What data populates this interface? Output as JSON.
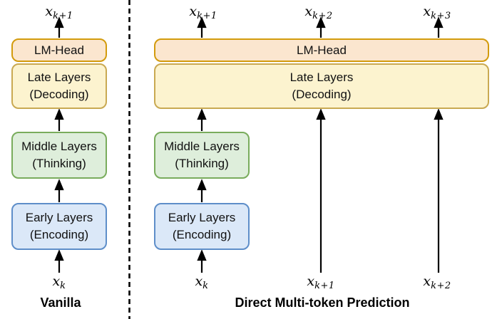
{
  "colors": {
    "lm_fill": "#FBE6CF",
    "lm_border": "#D39B0D",
    "late_fill": "#FCF3CF",
    "late_border": "#C9A952",
    "middle_fill": "#DEEEDB",
    "middle_border": "#79AC5C",
    "early_fill": "#DBE8F8",
    "early_border": "#5E8EC9",
    "line": "#000000"
  },
  "vanilla": {
    "caption": "Vanilla",
    "output": {
      "base": "x",
      "sub": "k+1"
    },
    "input": {
      "base": "x",
      "sub": "k"
    },
    "blocks": {
      "lm_head": {
        "line1": "LM-Head"
      },
      "late": {
        "line1": "Late Layers",
        "line2": "(Decoding)"
      },
      "middle": {
        "line1": "Middle Layers",
        "line2": "(Thinking)"
      },
      "early": {
        "line1": "Early Layers",
        "line2": "(Encoding)"
      }
    }
  },
  "multi_token": {
    "caption": "Direct Multi-token Prediction",
    "outputs": [
      {
        "base": "x",
        "sub": "k+1"
      },
      {
        "base": "x",
        "sub": "k+2"
      },
      {
        "base": "x",
        "sub": "k+3"
      }
    ],
    "inputs": [
      {
        "base": "x",
        "sub": "k"
      },
      {
        "base": "x",
        "sub": "k+1"
      },
      {
        "base": "x",
        "sub": "k+2"
      }
    ],
    "blocks": {
      "lm_head": {
        "line1": "LM-Head"
      },
      "late": {
        "line1": "Late Layers",
        "line2": "(Decoding)"
      },
      "middle": {
        "line1": "Middle Layers",
        "line2": "(Thinking)"
      },
      "early": {
        "line1": "Early Layers",
        "line2": "(Encoding)"
      }
    }
  }
}
